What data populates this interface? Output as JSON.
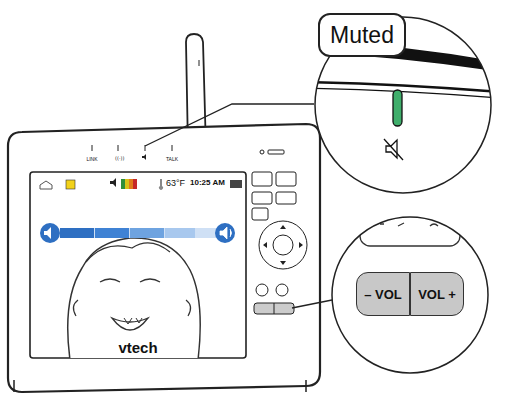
{
  "diagram": {
    "nodes": [
      {
        "text": [
          "Muted"
        ]
      },
      {
        "text": [
          "– VOL"
        ]
      },
      {
        "text": [
          "VOL +"
        ]
      }
    ],
    "labels": [
      "LINK",
      "TALK",
      "63°F",
      "10:25 AM",
      "vtech"
    ]
  }
}
